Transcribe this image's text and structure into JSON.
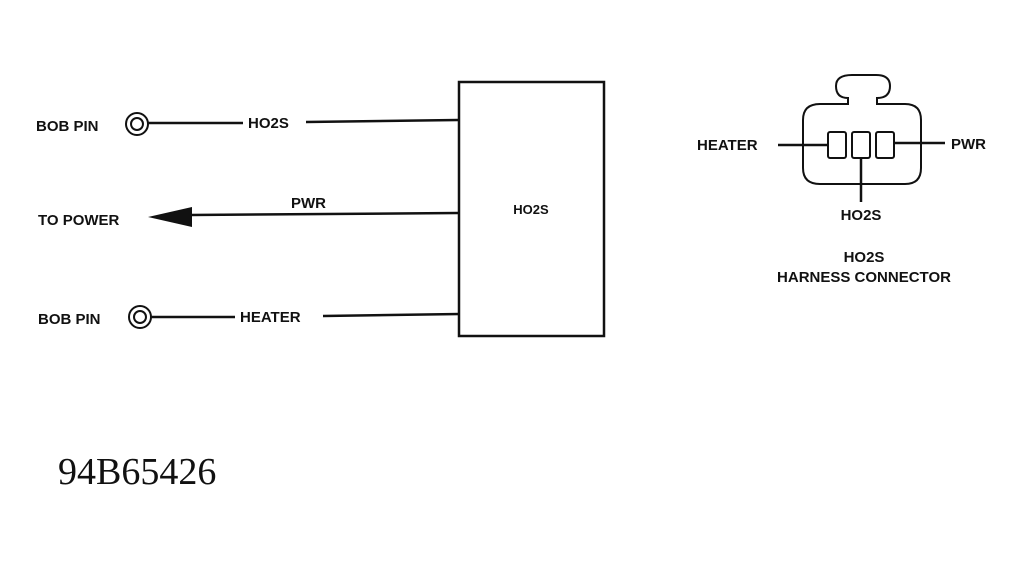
{
  "left_wiring": {
    "row1": {
      "endpoint_label": "BOB PIN",
      "wire_label": "HO2S"
    },
    "row2": {
      "endpoint_label": "TO POWER",
      "wire_label": "PWR"
    },
    "row3": {
      "endpoint_label": "BOB PIN",
      "wire_label": "HEATER"
    }
  },
  "sensor_box": {
    "label": "HO2S"
  },
  "connector": {
    "left_label": "HEATER",
    "right_label": "PWR",
    "bottom_label": "HO2S",
    "caption_line1": "HO2S",
    "caption_line2": "HARNESS CONNECTOR"
  },
  "figure_id": "94B65426"
}
